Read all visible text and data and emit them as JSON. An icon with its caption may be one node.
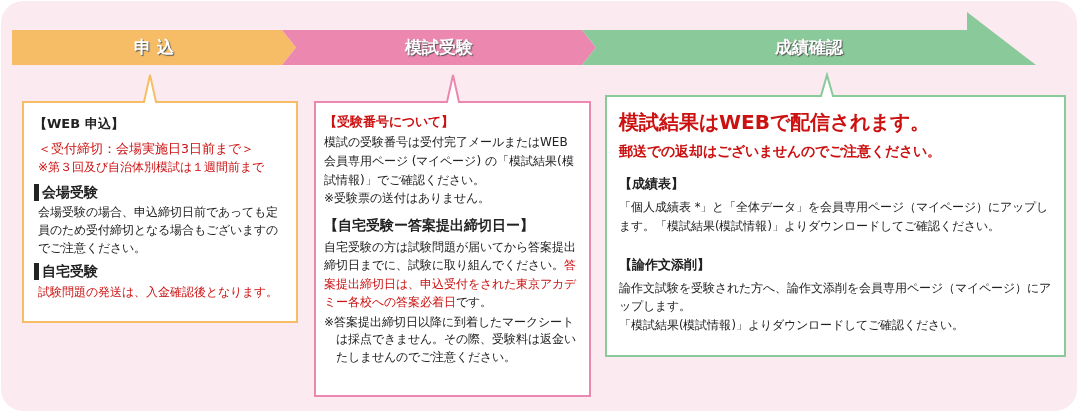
{
  "diagram": {
    "nodes": [
      {
        "text": [
          "申 込"
        ]
      },
      {
        "text": [
          "模試受験"
        ]
      },
      {
        "text": [
          "成績確認"
        ]
      },
      {
        "text": [
          "【WEB 申込】",
          "＜受付締切：会場実施日3日前まで＞",
          "※第３回及び自治体別模試は１週間前まで",
          "会場受験",
          "会場受験の場合、申込締切日前であっても定員のため受付締切となる場合もございますのでご注意ください。",
          "自宅受験",
          "試験問題の発送は、入金確認後となります。"
        ]
      },
      {
        "text": [
          "【受験番号について】",
          "模試の受験番号は受付完了メールまたはWEB 会員専用ページ (マイページ) の「模試結果(模試情報)」でご確認ください。",
          "※受験票の送付はありません。",
          "【自宅受験ー答案提出締切日ー】",
          "自宅受験の方は試験問題が届いてから答案提出締切日までに、試験に取り組んでください。**答案提出締切日は、申込受付をされた東京アカデミー各校への答案必着日**です。",
          "※答案提出締切日以降に到着したマークシートは採点できません。その際、受験料は返金いたしませんのでご注意ください。"
        ]
      },
      {
        "text": [
          "模試結果はWEBで配信されます。",
          "郵送での返却はございませんのでご注意ください。",
          "【成績表】",
          "「個人成績表 *」と「全体データ」を会員専用ページ（マイページ）にアップします。「模試結果(模試情報)」よりダウンロードしてご確認ください。",
          "【論作文添削】",
          "論作文試験を受験された方へ、論作文添削を会員専用ページ（マイページ）にアップします。",
          "「模試結果(模試情報)」よりダウンロードしてご確認ください。"
        ]
      }
    ]
  }
}
